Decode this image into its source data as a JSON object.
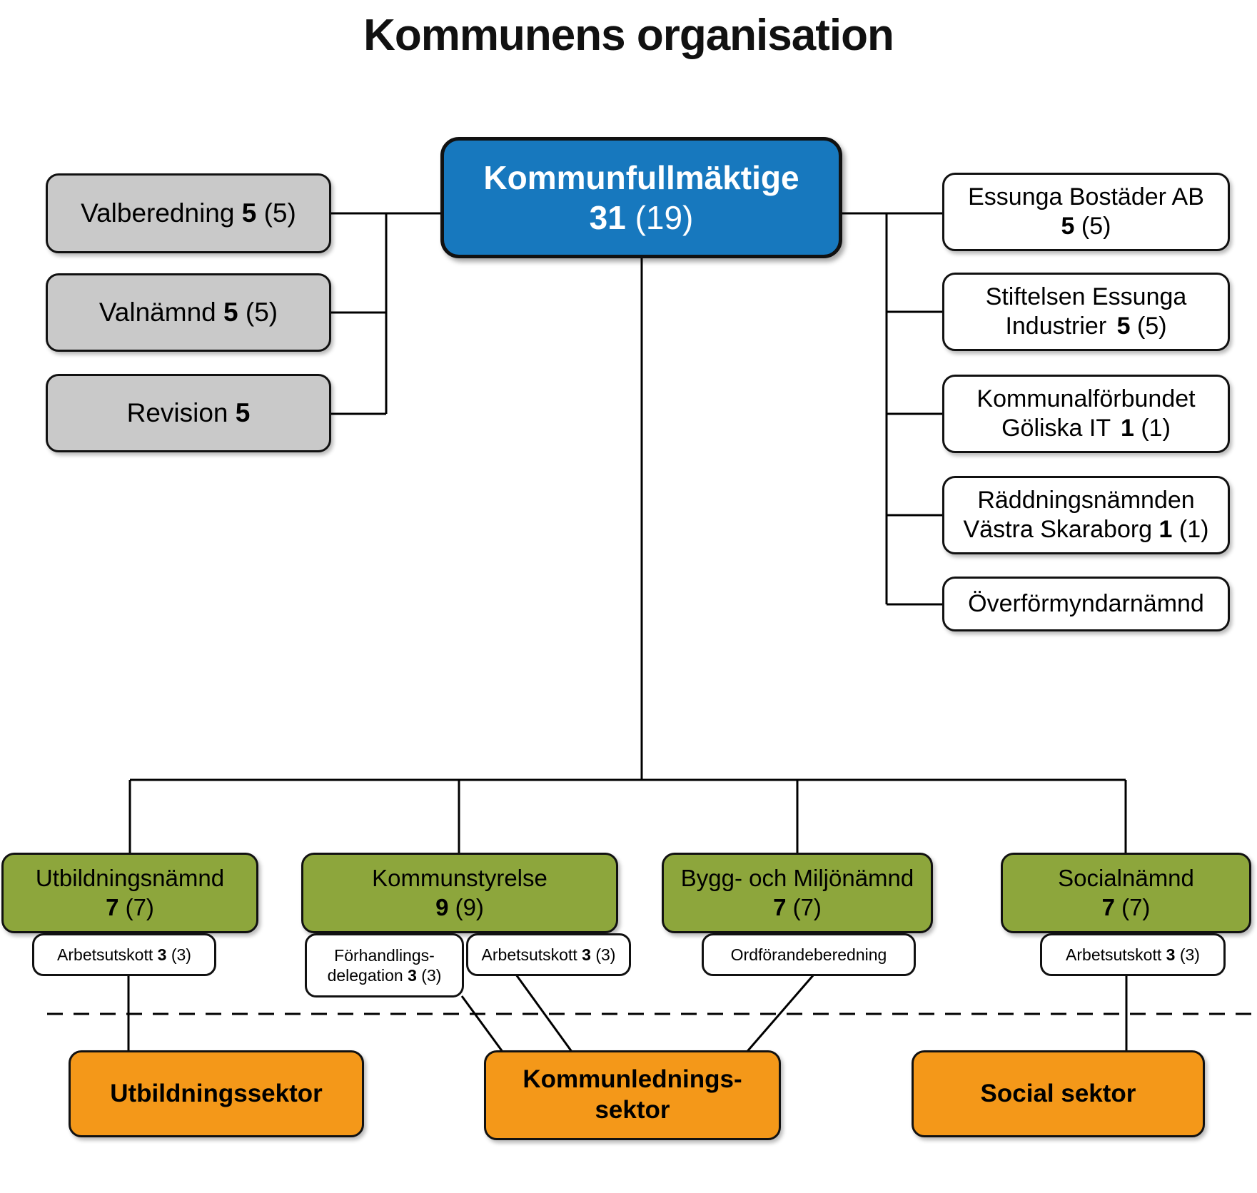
{
  "title": "Kommunens organisation",
  "colors": {
    "root_blue": "#1778be",
    "gray": "#c9c9c9",
    "green": "#8da63c",
    "orange": "#f49819",
    "line_black": "#000000",
    "background": "#ffffff",
    "root_text": "#ffffff",
    "box_text": "#000000"
  },
  "root": {
    "name": "Kommunfullmäktige",
    "count": "31",
    "paren": "(19)"
  },
  "left_column": [
    {
      "name": "Valberedning",
      "count": "5",
      "paren": "(5)"
    },
    {
      "name": "Valnämnd",
      "count": "5",
      "paren": "(5)"
    },
    {
      "name": "Revision",
      "count": "5"
    }
  ],
  "right_column": [
    {
      "line1": "Essunga Bostäder AB",
      "count": "5",
      "paren": "(5)"
    },
    {
      "line1": "Stiftelsen Essunga",
      "line2": "Industrier",
      "count": "5",
      "paren": "(5)"
    },
    {
      "line1": "Kommunalförbundet",
      "line2": "Göliska IT",
      "count": "1",
      "paren": "(1)"
    },
    {
      "line1": "Räddningsnämnden",
      "line2": "Västra Skaraborg",
      "count": "1",
      "paren": "(1)"
    },
    {
      "line1": "Överförmyndarnämnd"
    }
  ],
  "committees": [
    {
      "name": "Utbildningsnämnd",
      "count": "7",
      "paren": "(7)"
    },
    {
      "name": "Kommunstyrelse",
      "count": "9",
      "paren": "(9)"
    },
    {
      "name": "Bygg- och Miljönämnd",
      "count": "7",
      "paren": "(7)"
    },
    {
      "name": "Socialnämnd",
      "count": "7",
      "paren": "(7)"
    }
  ],
  "sub_committees": [
    {
      "line1": "Arbetsutskott",
      "count": "3",
      "paren": "(3)"
    },
    {
      "line1": "Förhandlings-",
      "line2": "delegation",
      "count": "3",
      "paren": "(3)"
    },
    {
      "line1": "Arbetsutskott",
      "count": "3",
      "paren": "(3)"
    },
    {
      "line1": "Ordförandeberedning"
    },
    {
      "line1": "Arbetsutskott",
      "count": "3",
      "paren": "(3)"
    }
  ],
  "sectors": [
    {
      "line1": "Utbildningssektor"
    },
    {
      "line1": "Kommunlednings-",
      "line2": "sektor"
    },
    {
      "line1": "Social sektor"
    }
  ]
}
